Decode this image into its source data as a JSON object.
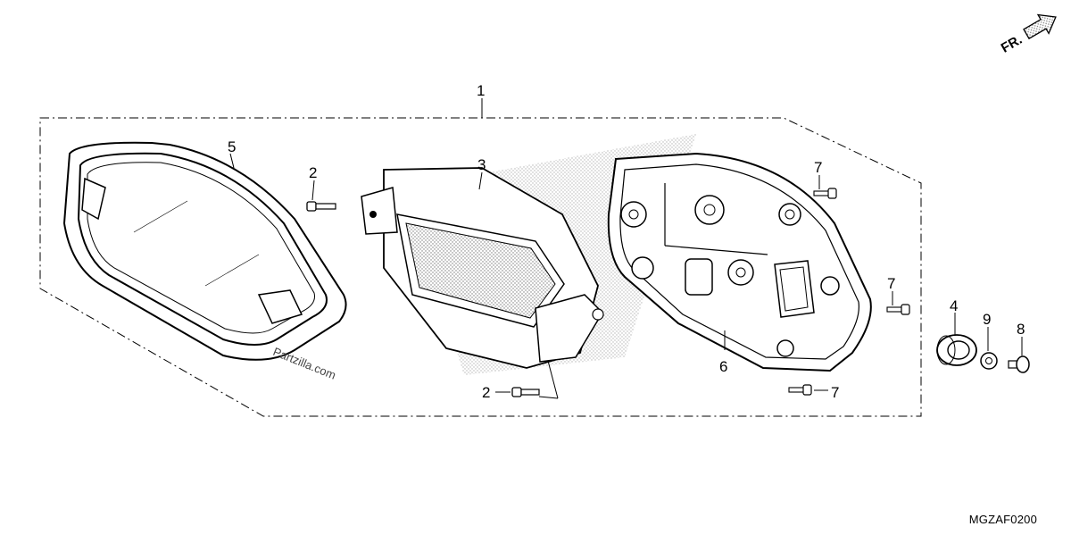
{
  "callouts": {
    "c1": "1",
    "c2a": "2",
    "c2b": "2",
    "c3": "3",
    "c4": "4",
    "c5": "5",
    "c6": "6",
    "c7a": "7",
    "c7b": "7",
    "c7c": "7",
    "c8": "8",
    "c9": "9"
  },
  "direction_label": "FR.",
  "watermark": "Partzilla.com",
  "diagram_code": "MGZAF0200"
}
